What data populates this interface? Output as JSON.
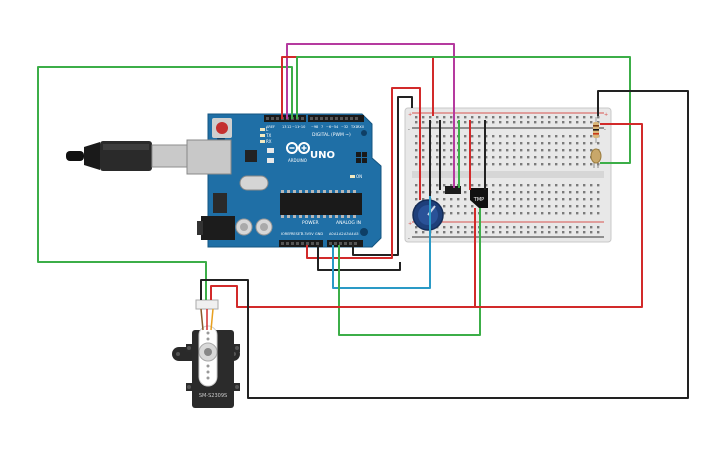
{
  "arduino": {
    "brand": "UNO",
    "header_digital": "DIGITAL (PWM ~)",
    "header_power": "POWER",
    "header_analog": "ANALOG IN",
    "label_tx": "TX",
    "label_rx": "RX",
    "label_l": "L",
    "label_on": "ON"
  },
  "sensor": {
    "label": "TMP"
  },
  "servo": {
    "label": "SM-S2309S"
  },
  "breadboard": {
    "plus": "+",
    "minus": "-"
  },
  "colors": {
    "board": "#1f6fa6",
    "breadboard": "#e8e8e8",
    "wire_red": "#d22a2a",
    "wire_black": "#222222",
    "wire_green": "#3cae48",
    "wire_magenta": "#b53a9f",
    "wire_blue": "#2a9ac6"
  }
}
